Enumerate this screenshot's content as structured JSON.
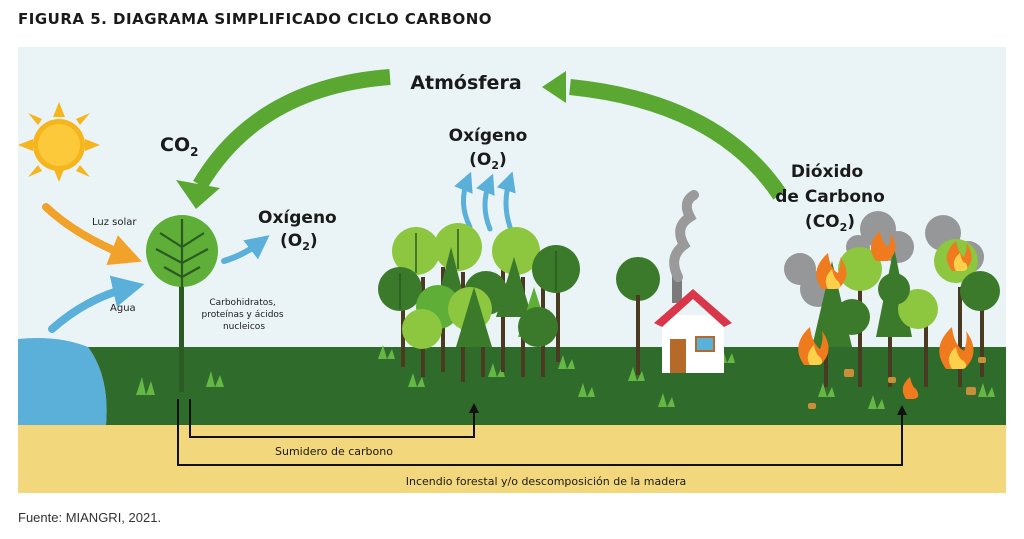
{
  "figure": {
    "title": "FIGURA 5. DIAGRAMA SIMPLIFICADO CICLO CARBONO",
    "source": "Fuente: MIANGRI, 2021."
  },
  "diagram": {
    "atmosphere": "Atmósfera",
    "co2_main": "CO",
    "co2_sub": "2",
    "sunlight": "Luz solar",
    "water": "Agua",
    "oxygen_tree_line1": "Oxígeno",
    "oxygen_tree_o": "(O",
    "oxygen_tree_sub": "2",
    "oxygen_tree_close": ")",
    "carbs_line1": "Carbohidratos,",
    "carbs_line2": "proteínas y ácidos",
    "carbs_line3": "nucleicos",
    "oxygen_forest_line1": "Oxígeno",
    "oxygen_forest_o": "(O",
    "oxygen_forest_sub": "2",
    "oxygen_forest_close": ")",
    "dioxide_line1": "Dióxido",
    "dioxide_line2": "de Carbono",
    "dioxide_o": "(CO",
    "dioxide_sub": "2",
    "dioxide_close": ")",
    "sink": "Sumidero de carbono",
    "fire": "Incendio forestal y/o descomposición de la madera"
  },
  "colors": {
    "sky": "#eaf4f7",
    "grass": "#2f6b2b",
    "soil": "#f3d77c",
    "arrow_green": "#5aa832",
    "arrow_blue": "#5ab0d8",
    "sun": "#f5b51c",
    "fire": "#f07a1e"
  }
}
